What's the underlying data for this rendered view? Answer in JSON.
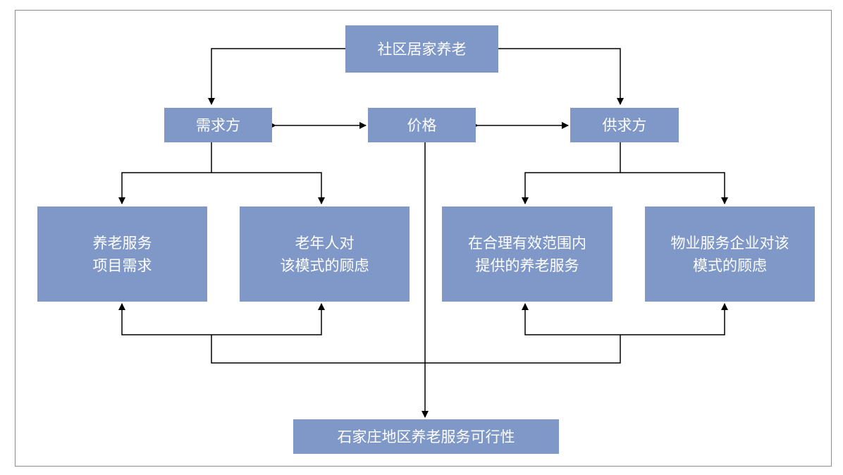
{
  "colors": {
    "node_fill": "#7f98c7",
    "node_text": "#ffffff",
    "line": "#000000",
    "frame": "#8c8c8c"
  },
  "nodes": {
    "community": {
      "text": "社区居家养老"
    },
    "demand": {
      "text": "需求方"
    },
    "price": {
      "text": "价格"
    },
    "supply": {
      "text": "供求方"
    },
    "elderly_service_demand": {
      "line1": "养老服务",
      "line2": "项目需求"
    },
    "elderly_concerns": {
      "line1": "老年人对",
      "line2": "该模式的顾虑"
    },
    "reasonable_service": {
      "line1": "在合理有效范围内",
      "line2": "提供的养老服务"
    },
    "property_concerns": {
      "line1": "物业服务企业对该",
      "line2": "模式的顾虑"
    },
    "feasibility": {
      "text": "石家庄地区养老服务可行性"
    }
  }
}
